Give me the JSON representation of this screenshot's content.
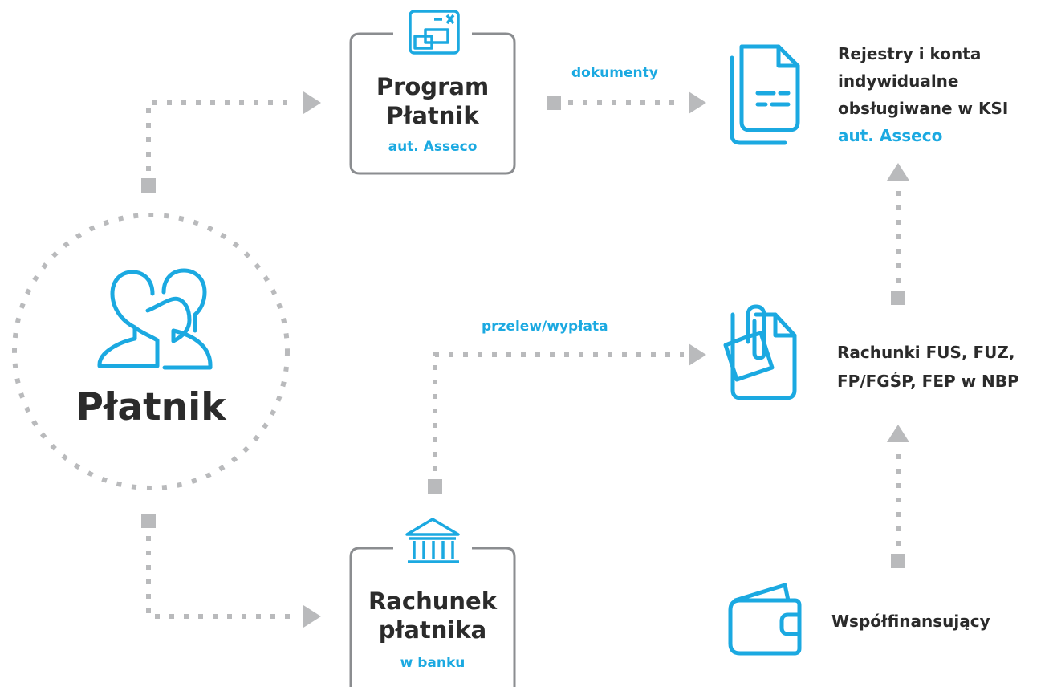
{
  "colors": {
    "accent": "#1ba9e1",
    "text": "#2b2b2b",
    "connector": "#b9babc",
    "frame": "#8b8d90"
  },
  "payer": {
    "title": "Płatnik",
    "icon": "payer-people-icon"
  },
  "program_box": {
    "title_line1": "Program",
    "title_line2": "Płatnik",
    "subtitle": "aut. Asseco",
    "icon": "application-window-icon"
  },
  "bank_box": {
    "title_line1": "Rachunek",
    "title_line2": "płatnika",
    "subtitle": "w banku",
    "icon": "bank-icon"
  },
  "registers": {
    "line1": "Rejestry i konta",
    "line2": "indywidualne",
    "line3": "obsługiwane w KSI",
    "subtitle": "aut. Asseco",
    "icon": "documents-icon"
  },
  "accounts": {
    "line1": "Rachunki FUS, FUZ,",
    "line2": "FP/FGŚP, FEP w NBP",
    "icon": "clipped-document-icon"
  },
  "cofinancing": {
    "label": "Współfinansujący",
    "icon": "wallet-icon"
  },
  "flow_labels": {
    "documents": "dokumenty",
    "transfer": "przelew/wypłata"
  }
}
